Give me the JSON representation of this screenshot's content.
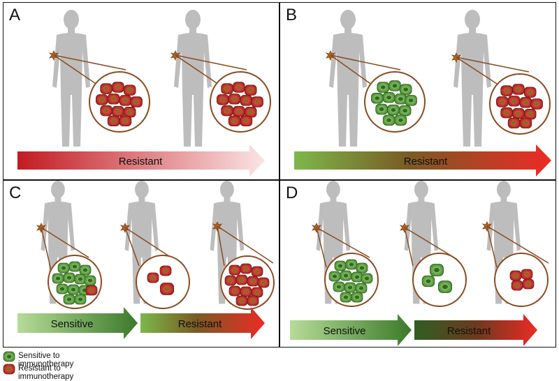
{
  "panels": [
    {
      "label": "A",
      "arrow_text": "Resistant"
    },
    {
      "label": "B",
      "arrow_text": "Resistant"
    },
    {
      "label": "C",
      "arrow_texts": [
        "Sensitive",
        "Resistant"
      ]
    },
    {
      "label": "D",
      "arrow_texts": [
        "Sensitive",
        "Resistant"
      ]
    }
  ],
  "legend": {
    "sensitive": "Sensitive to immunotherapy",
    "resistant": "Resistant to immunotherapy"
  },
  "colors": {
    "sensitive_cell": "#5cad3c",
    "resistant_cell": "#c0281f",
    "body": "#bdbdbd",
    "tumor_outline": "#8a4a20",
    "text": "#111111"
  }
}
